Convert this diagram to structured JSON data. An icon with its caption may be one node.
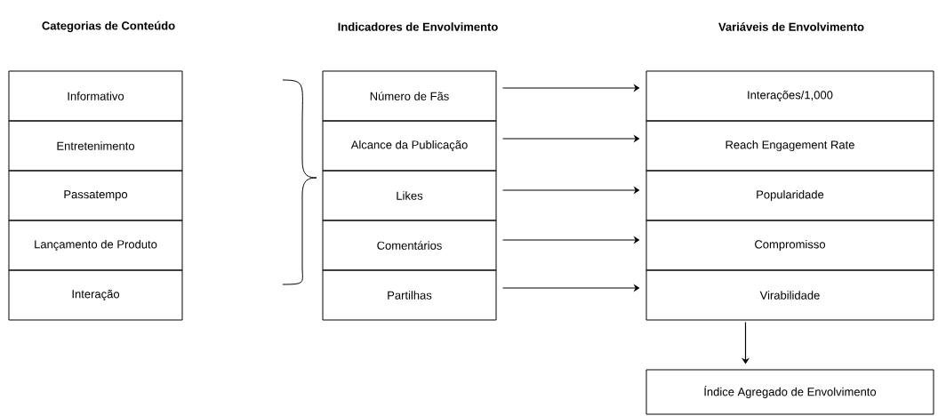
{
  "diagram": {
    "nodes": [
      {
        "text": [
          "Informativo"
        ]
      },
      {
        "text": [
          "Entretenimento"
        ]
      },
      {
        "text": [
          "Passatempo"
        ]
      },
      {
        "text": [
          "Lançamento de Produto"
        ]
      },
      {
        "text": [
          "Interação"
        ]
      },
      {
        "text": [
          "Número de Fãs"
        ]
      },
      {
        "text": [
          "Alcance da Publicação"
        ]
      },
      {
        "text": [
          "Likes"
        ]
      },
      {
        "text": [
          "Comentários"
        ]
      },
      {
        "text": [
          "Partilhas"
        ]
      },
      {
        "text": [
          "Interações/1,000"
        ]
      },
      {
        "text": [
          "Reach Engagement Rate"
        ]
      },
      {
        "text": [
          "Popularidade"
        ]
      },
      {
        "text": [
          "Compromisso"
        ]
      },
      {
        "text": [
          "Virabilidade"
        ]
      },
      {
        "text": [
          "Índice Agregado de Envolvimento"
        ]
      }
    ],
    "edges": [
      {
        "from": 5,
        "to": 10,
        "arrow": "to"
      },
      {
        "from": 6,
        "to": 11,
        "arrow": "to"
      },
      {
        "from": 7,
        "to": 12,
        "arrow": "to"
      },
      {
        "from": 8,
        "to": 13,
        "arrow": "to"
      },
      {
        "from": 9,
        "to": 14,
        "arrow": "to"
      },
      {
        "from": 14,
        "to": 15,
        "arrow": "to"
      }
    ],
    "labels": [
      "Categorias de Conteúdo",
      "Indicadores de Envolvimento",
      "Variáveis de Envolvimento"
    ]
  }
}
